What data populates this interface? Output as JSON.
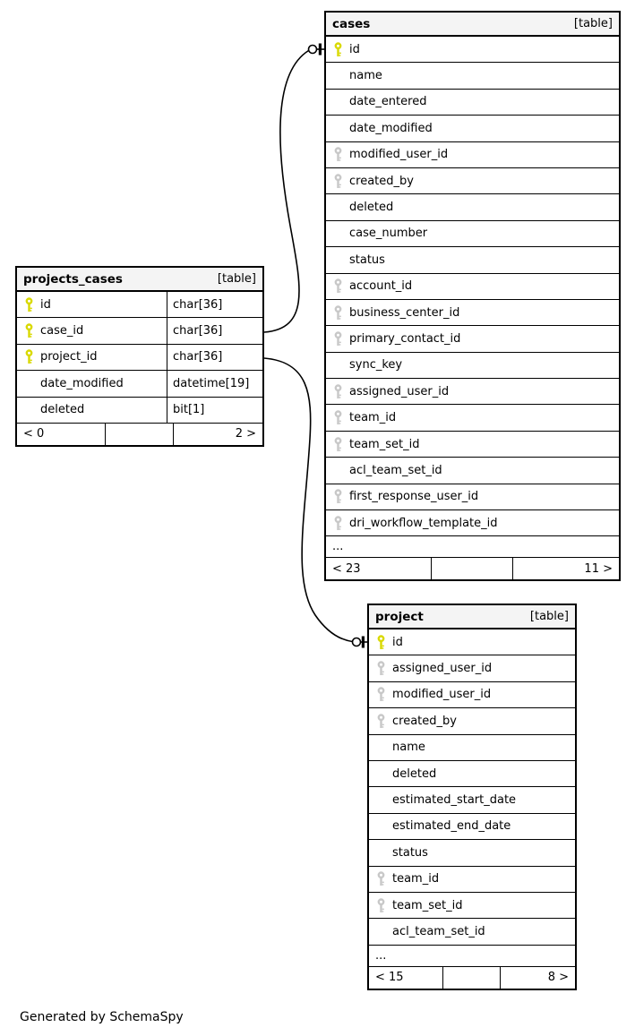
{
  "page": {
    "footer_note": "Generated by SchemaSpy",
    "background": "#ffffff"
  },
  "colors": {
    "primary_key": "#d9d900",
    "foreign_key": "#c8c8c8",
    "header_bg": "#f4f4f4",
    "border": "#000000",
    "row_bg": "#ffffff"
  },
  "icons": {
    "primary_key": "yellow-key-icon",
    "foreign_key": "gray-key-icon",
    "relationship_endpoint": "zero-or-one-crowfoot"
  },
  "tables": [
    {
      "name": "cases",
      "tag": "[table]",
      "columns": [
        {
          "name": "id",
          "key": "primary"
        },
        {
          "name": "name",
          "key": "none"
        },
        {
          "name": "date_entered",
          "key": "none"
        },
        {
          "name": "date_modified",
          "key": "none"
        },
        {
          "name": "modified_user_id",
          "key": "foreign"
        },
        {
          "name": "created_by",
          "key": "foreign"
        },
        {
          "name": "deleted",
          "key": "none"
        },
        {
          "name": "case_number",
          "key": "none"
        },
        {
          "name": "status",
          "key": "none"
        },
        {
          "name": "account_id",
          "key": "foreign"
        },
        {
          "name": "business_center_id",
          "key": "foreign"
        },
        {
          "name": "primary_contact_id",
          "key": "foreign"
        },
        {
          "name": "sync_key",
          "key": "none"
        },
        {
          "name": "assigned_user_id",
          "key": "foreign"
        },
        {
          "name": "team_id",
          "key": "foreign"
        },
        {
          "name": "team_set_id",
          "key": "foreign"
        },
        {
          "name": "acl_team_set_id",
          "key": "none"
        },
        {
          "name": "first_response_user_id",
          "key": "foreign"
        },
        {
          "name": "dri_workflow_template_id",
          "key": "foreign"
        }
      ],
      "ellipsis": "...",
      "footer": {
        "left": "< 23",
        "right": "11 >"
      }
    },
    {
      "name": "projects_cases",
      "tag": "[table]",
      "columns": [
        {
          "name": "id",
          "key": "primary",
          "type": "char[36]"
        },
        {
          "name": "case_id",
          "key": "primary",
          "type": "char[36]"
        },
        {
          "name": "project_id",
          "key": "primary",
          "type": "char[36]"
        },
        {
          "name": "date_modified",
          "key": "none",
          "type": "datetime[19]"
        },
        {
          "name": "deleted",
          "key": "none",
          "type": "bit[1]"
        }
      ],
      "ellipsis": null,
      "footer": {
        "left": "< 0",
        "right": "2 >"
      }
    },
    {
      "name": "project",
      "tag": "[table]",
      "columns": [
        {
          "name": "id",
          "key": "primary"
        },
        {
          "name": "assigned_user_id",
          "key": "foreign"
        },
        {
          "name": "modified_user_id",
          "key": "foreign"
        },
        {
          "name": "created_by",
          "key": "foreign"
        },
        {
          "name": "name",
          "key": "none"
        },
        {
          "name": "deleted",
          "key": "none"
        },
        {
          "name": "estimated_start_date",
          "key": "none"
        },
        {
          "name": "estimated_end_date",
          "key": "none"
        },
        {
          "name": "status",
          "key": "none"
        },
        {
          "name": "team_id",
          "key": "foreign"
        },
        {
          "name": "team_set_id",
          "key": "foreign"
        },
        {
          "name": "acl_team_set_id",
          "key": "none"
        }
      ],
      "ellipsis": "...",
      "footer": {
        "left": "< 15",
        "right": "8 >"
      }
    }
  ],
  "relationships": [
    {
      "from_table": "projects_cases",
      "from_column": "case_id",
      "to_table": "cases",
      "to_column": "id",
      "to_endpoint": "zero-or-one"
    },
    {
      "from_table": "projects_cases",
      "from_column": "project_id",
      "to_table": "project",
      "to_column": "id",
      "to_endpoint": "zero-or-one"
    }
  ]
}
